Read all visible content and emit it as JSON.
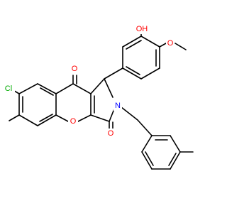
{
  "atom_labels": {
    "hydroxyl_oxygen": "OH",
    "methoxy_oxygen": "O",
    "chlorine": "Cl",
    "ketone_oxygen_top": "O",
    "ring_oxygen": "O",
    "lactam_oxygen": "O",
    "nitrogen": "N"
  },
  "colors": {
    "oxygen": "#ff0000",
    "nitrogen": "#0000ff",
    "chlorine": "#00aa00",
    "bond": "#000000",
    "background": "#ffffff"
  }
}
